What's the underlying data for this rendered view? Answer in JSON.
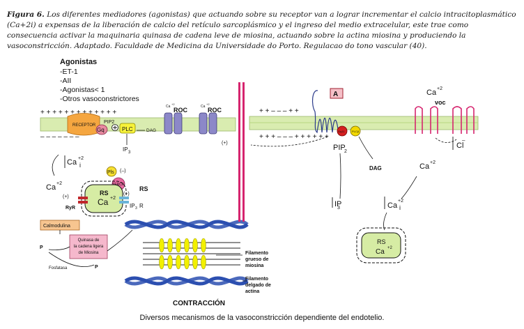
{
  "caption": {
    "lead": "Figura 6.",
    "text": " Los diferentes mediadores (agonistas) que actuando sobre su receptor van a lograr incrementar el calcio intracitoplasmático (Ca+2i) a expensas de la liberación de calcio del retículo sarcoplásmico y el ingreso del medio extracelular, este trae como consecuencia activar la maquinaria quinasa de cadena leve de miosina, actuando sobre la actina miosina y produciendo la vasoconstricción. Adaptado. Faculdade de Medicina da Universidade do Porto. Regulacao do tono vascular (40)."
  },
  "agonists": {
    "title": "Agonistas",
    "items": [
      "-ET-1",
      "-AII",
      "-Agonistas˂ 1",
      "-Otros vasoconstrictores"
    ]
  },
  "left_panel": {
    "membrane_top_charges": "+   +   +     +   +   +   +          +   +   +     +   +   +",
    "membrane_bottom_charges": "–   –   –                                          –   –   –   –",
    "receptor": "RECEPTOR",
    "gq": "Gq",
    "pip2": "PIP2",
    "plc": "PLC",
    "dag": "DAG",
    "ip3": "IP",
    "ip3_sub": "3",
    "roc1": "ROC",
    "roc2": "ROC",
    "ca_small": "Ca",
    "ca_small_sup": "+2",
    "cai": "Ca",
    "cai_sup": "+2",
    "cai_sub": "i",
    "ca_free": "Ca",
    "ca_free_sup": "+2",
    "pls": "Pls",
    "minus": "(–)",
    "serca": "SERCA",
    "rs_label": "RS",
    "rs_outside": "RS",
    "rs_ca": "Ca",
    "rs_ca_sup": "+2",
    "plus1": "(+)",
    "plus2": "(+)",
    "ryr": "RyR",
    "ip3r": "IP",
    "ip3r_sub": "3",
    "ip3r_r": "R",
    "calmodulina": "Calmodulina",
    "quinasa": [
      "Quinasa de",
      "la cadena ligera",
      "de Miosina"
    ],
    "p1": "P",
    "p2": "P",
    "fosfatasa": "Fosfatasa",
    "filamento_grueso": [
      "Filamento",
      "grueso de",
      "miosina"
    ],
    "filamento_delgado": [
      "Filamento",
      "delgado de",
      "actina"
    ],
    "contraccion": "CONTRACCIÓN"
  },
  "right_panel": {
    "a_label": "A",
    "top_charges": "+ +    – – –           + +",
    "bottom_charges": "+ + +     – – –      + + +      + + +",
    "gq11": "Gq11",
    "plcb": "PLCβ",
    "pip2": "PIP",
    "pip2_sub": "2",
    "dag": "DAG",
    "plus": "(+)",
    "ca_top": "Ca",
    "ca_top_sup": "+2",
    "voc": "voc",
    "cl": "Cl",
    "cl_sup": "–",
    "ca_mid": "Ca",
    "ca_mid_sup": "+2",
    "ip3": "IP",
    "ip3_sub": "3",
    "cai": "Ca",
    "cai_sup": "+2",
    "cai_sub": "i",
    "rs": "RS",
    "rs_ca": "Ca",
    "rs_ca_sup": "+2"
  },
  "bottom_caption": "Diversos  mecanismos de la vasoconstricción dependiente  del endotelio.",
  "colors": {
    "membrane": "#d9ecb0",
    "receptor": "#f5a640",
    "plc": "#f7f23a",
    "channel": "#8c88c8",
    "serca": "#e86aa0",
    "divider": "#d6246e",
    "myosin": "#f2f000",
    "actin": "#2c4fb0",
    "box_orange": "#f7c590",
    "box_pink": "#f5b8cc",
    "rs_fill": "#d6eca4"
  }
}
